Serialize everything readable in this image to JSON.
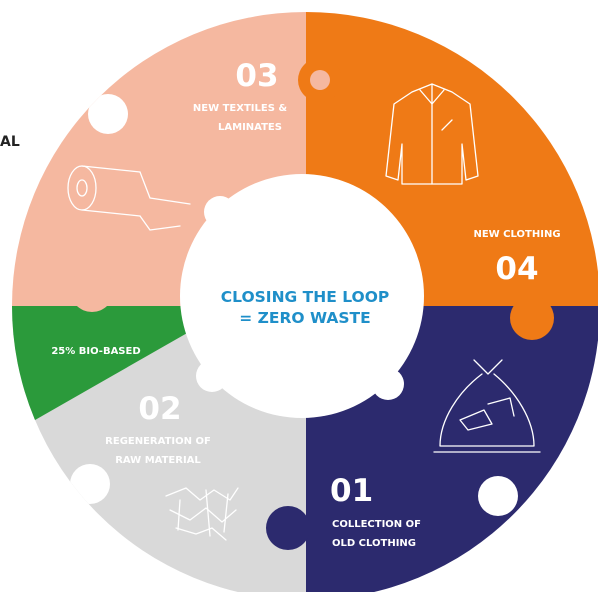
{
  "edge_fragment": "AL",
  "center": {
    "line1": "CLOSING THE LOOP",
    "line2": "= ZERO WASTE",
    "color": "#1f8fc9"
  },
  "segments": [
    {
      "number": "01",
      "label_lines": [
        "COLLECTION OF",
        "OLD CLOTHING"
      ],
      "color": "#2c2a6e",
      "icon": "bag-of-clothes-icon"
    },
    {
      "number": "02",
      "label_lines": [
        "REGENERATION OF",
        "RAW MATERIAL"
      ],
      "color": "#d9d9d9",
      "icon": "shredded-fibers-icon"
    },
    {
      "number": "03",
      "label_lines": [
        "NEW TEXTILES &",
        "LAMINATES"
      ],
      "color": "#f5b8a0",
      "icon": "fabric-roll-icon"
    },
    {
      "number": "04",
      "label_lines": [
        "NEW CLOTHING"
      ],
      "color": "#ef7a16",
      "icon": "jacket-icon"
    }
  ],
  "bio_label": "25% BIO-BASED",
  "bio_color": "#2b9a3b"
}
